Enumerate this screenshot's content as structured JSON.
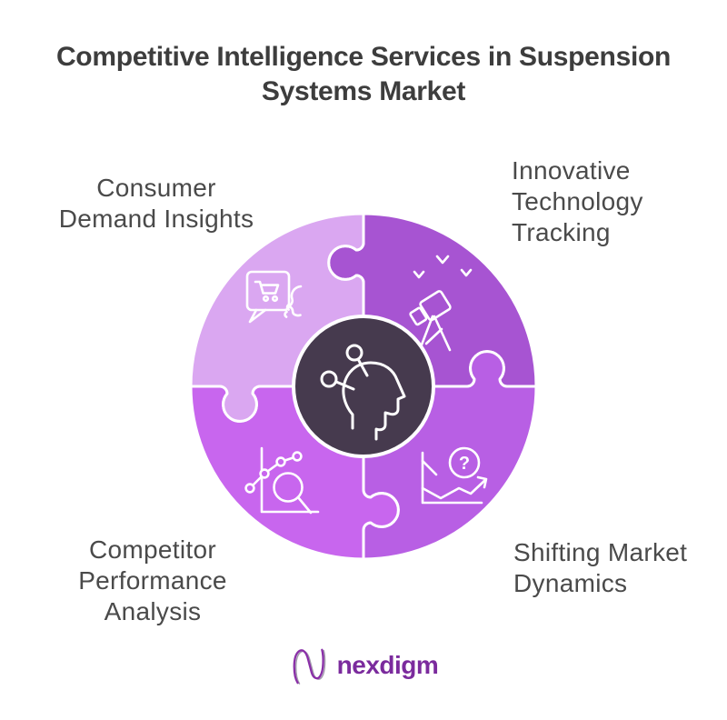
{
  "title": {
    "text": "Competitive Intelligence Services in Suspension Systems Market",
    "line1": "Competitive Intelligence Services in Suspension",
    "line2": "Systems Market",
    "color": "#3d3d3d"
  },
  "diagram": {
    "type": "puzzle-circle-4-quadrants",
    "label_color": "#4a4a4a",
    "divider_color": "#ffffff",
    "center": {
      "color": "#463a4e",
      "ring_color": "#ffffff",
      "icon": "mind-pins-icon"
    },
    "quadrants": [
      {
        "position": "top-left",
        "label": "Consumer Demand Insights",
        "label_lines": [
          "Consumer",
          "Demand Insights"
        ],
        "color": "#daa7f1",
        "icon": "cart-speech-bubble-face-icon"
      },
      {
        "position": "top-right",
        "label": "Innovative Technology Tracking",
        "label_lines": [
          "Innovative",
          "Technology",
          "Tracking"
        ],
        "color": "#a754d2",
        "icon": "telescope-icon"
      },
      {
        "position": "bottom-left",
        "label": "Competitor Performance Analysis",
        "label_lines": [
          "Competitor",
          "Performance",
          "Analysis"
        ],
        "color": "#c866ee",
        "icon": "chart-magnifier-icon"
      },
      {
        "position": "bottom-right",
        "label": "Shifting Market Dynamics",
        "label_lines": [
          "Shifting Market",
          "Dynamics"
        ],
        "color": "#b85fe4",
        "icon": "trend-question-icon"
      }
    ]
  },
  "footer": {
    "brand": "nexdigm",
    "brand_color": "#7b2b9d",
    "logo_icon": "nexdigm-n-wave-icon"
  }
}
